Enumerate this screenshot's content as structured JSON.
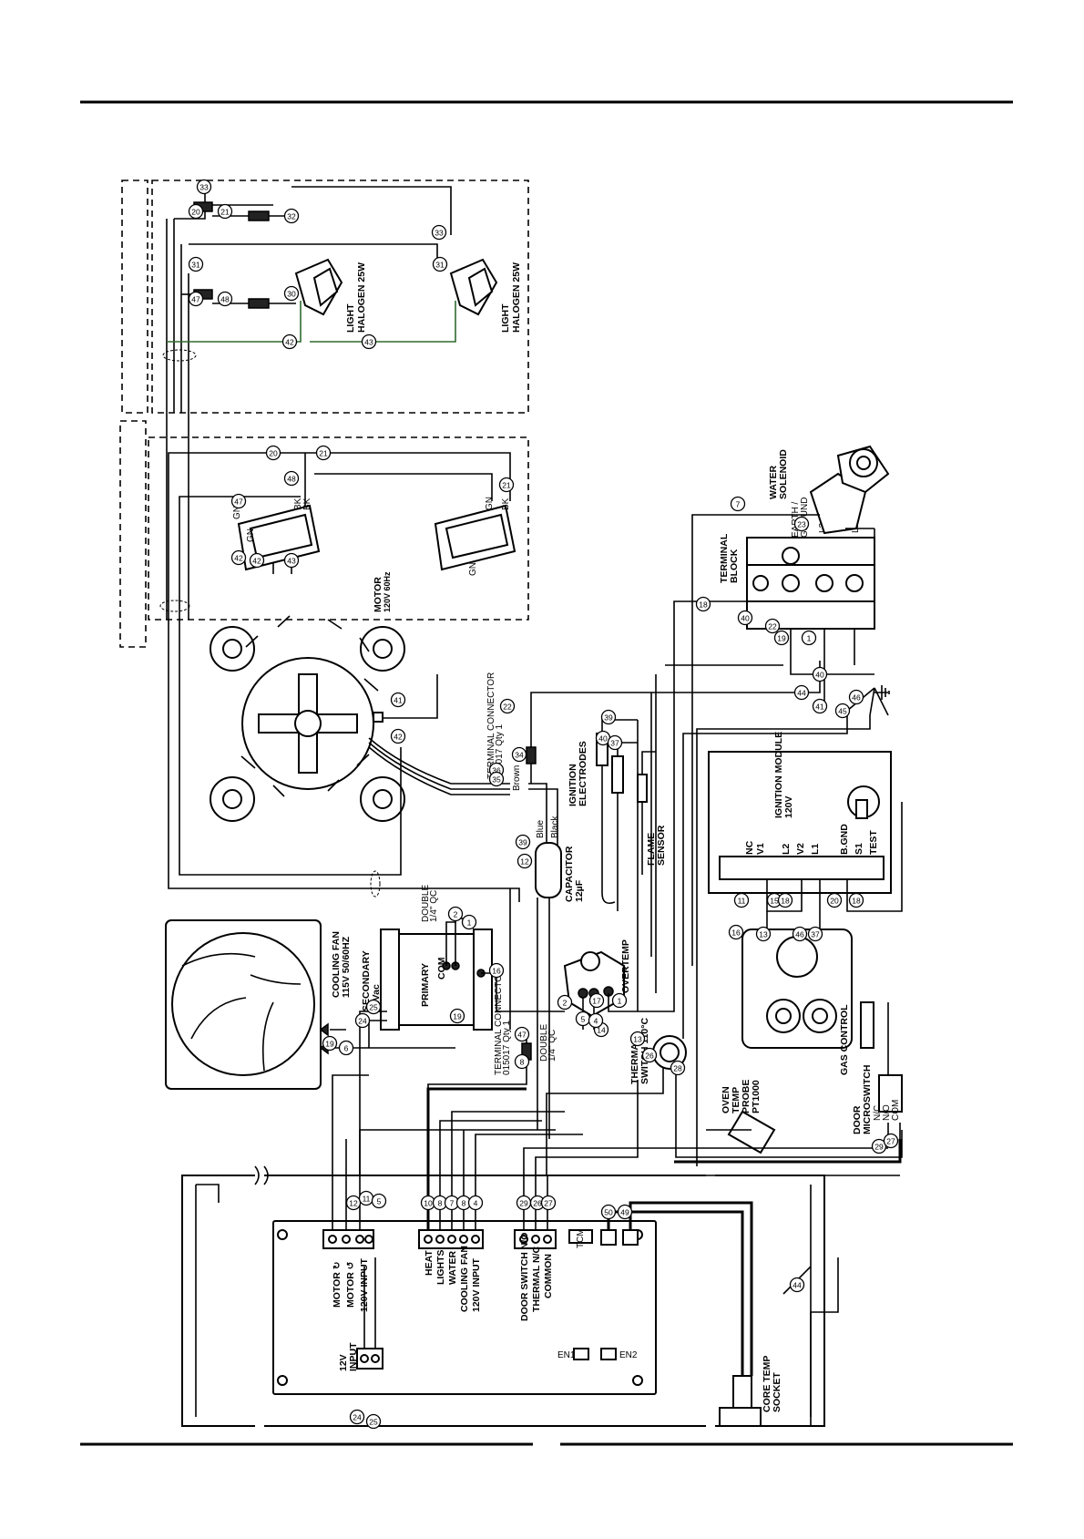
{
  "diagram": {
    "lights_section": {
      "light_1": {
        "line1": "LIGHT",
        "line2": "HALOGEN 25W"
      },
      "light_2": {
        "line1": "LIGHT",
        "line2": "HALOGEN 25W"
      }
    },
    "motor_section": {
      "motor_label_line1": "MOTOR",
      "motor_label_line2": "120V 60Hz",
      "wire_tags": [
        "BK",
        "BK",
        "GN",
        "GN",
        "GN",
        "BK",
        "GN"
      ]
    },
    "terminal_block": {
      "title_line1": "TERMINAL",
      "title_line2": "BLOCK",
      "earth_line1": "EARTH /",
      "earth_line2": "GROUND",
      "l2": "L2",
      "l1": "L1"
    },
    "water_solenoid": {
      "line1": "WATER",
      "line2": "SOLENOID"
    },
    "terminal_connector_top": {
      "line1": "TERMINAL CONNECTOR",
      "line2": "015017 Qty 1"
    },
    "brown_label": "Brown",
    "blue_label": "Blue",
    "black_label": "Black",
    "ignition_electrodes": {
      "line1": "IGNITION",
      "line2": "ELECTRODES"
    },
    "flame_sensor": {
      "line1": "FLAME",
      "line2": "SENSOR"
    },
    "capacitor": {
      "line1": "CAPACITOR",
      "line2": "12µF"
    },
    "ignition_module": {
      "title_line1": "IGNITION MODULE",
      "title_line2": "120V",
      "terminals": [
        "NC",
        "V1",
        "L2",
        "V2",
        "L1",
        "B.GND",
        "S1",
        "TEST"
      ]
    },
    "cooling_fan": {
      "line1": "COOLING FAN",
      "line2": "115V 50/60HZ"
    },
    "transformer": {
      "double_line1": "DOUBLE",
      "double_line2": "1/4\" QC",
      "secondary_line1": "SECONDARY",
      "secondary_line2": "12Vac",
      "primary": "PRIMARY",
      "com": "COM"
    },
    "overtemp": "OVERTEMP",
    "double_qc_lower": {
      "line1": "DOUBLE",
      "line2": "1/4\" QC"
    },
    "terminal_connector_bottom": {
      "line1": "TERMINAL CONNECTOR",
      "line2": "015017 Qty 1"
    },
    "thermal_switch": {
      "line1": "THERMAL",
      "line2": "SWITCH 110°C"
    },
    "gas_control": "GAS CONTROL",
    "door_microswitch": {
      "line1": "DOOR",
      "line2": "MICROSWITCH",
      "contacts": [
        "N/C",
        "N/O",
        "COM"
      ]
    },
    "oven_temp_probe": {
      "line1": "OVEN",
      "line2": "TEMP",
      "line3": "PROBE",
      "line4": "PT1000"
    },
    "control_board": {
      "motor_group": [
        "MOTOR ↻",
        "MOTOR ↺",
        "120V INPUT"
      ],
      "output_group": [
        "HEAT",
        "LIGHTS",
        "WATER",
        "COOLING FAN",
        "120V INPUT"
      ],
      "switch_group": [
        "DOOR SWITCH N/O",
        "THERMAL N/C",
        "COMMON"
      ],
      "input_12v": {
        "line1": "12V",
        "line2": "INPUT"
      },
      "core_temp_socket": {
        "line1": "CORE TEMP",
        "line2": "SOCKET"
      },
      "small_tags": [
        "TCM",
        "EN1",
        "EN2"
      ]
    },
    "wire_numbers": [
      "33",
      "20",
      "21",
      "32",
      "31",
      "33",
      "31",
      "30",
      "47",
      "48",
      "42",
      "43",
      "20",
      "21",
      "48",
      "21",
      "47",
      "42",
      "43",
      "42",
      "18",
      "40",
      "22",
      "19",
      "1",
      "23",
      "7",
      "40",
      "41",
      "44",
      "46",
      "45",
      "22",
      "41",
      "42",
      "36",
      "34",
      "35",
      "39",
      "40",
      "37",
      "39",
      "12",
      "11",
      "15",
      "18",
      "16",
      "13",
      "46",
      "37",
      "20",
      "18",
      "2",
      "1",
      "16",
      "17",
      "14",
      "13",
      "25",
      "24",
      "19",
      "6",
      "19",
      "47",
      "8",
      "2",
      "5",
      "4",
      "1",
      "26",
      "28",
      "29",
      "27",
      "12",
      "11",
      "5",
      "10",
      "8",
      "7",
      "8",
      "4",
      "29",
      "26",
      "27",
      "50",
      "49",
      "44",
      "24",
      "25"
    ]
  }
}
